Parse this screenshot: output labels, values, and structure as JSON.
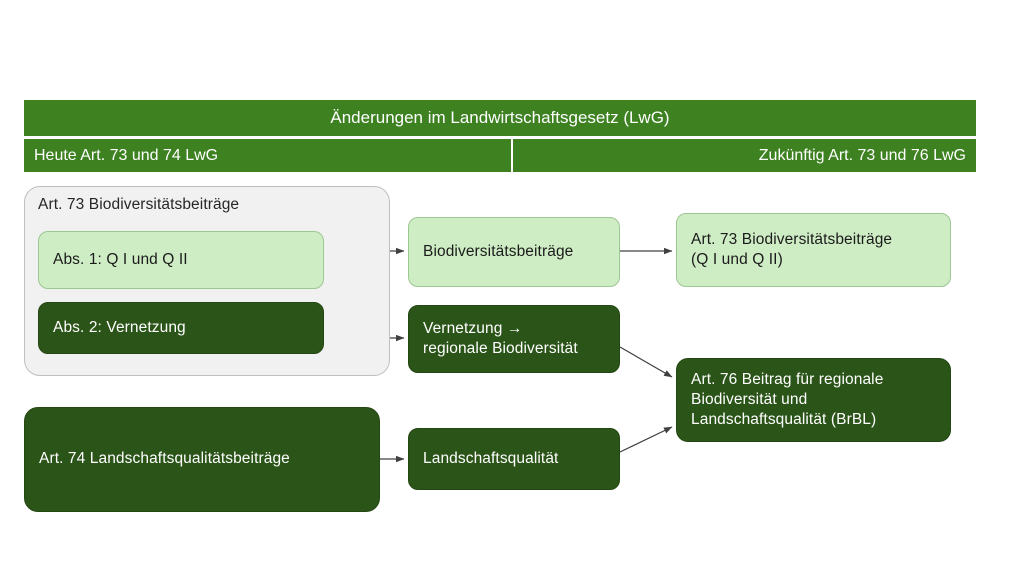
{
  "header": {
    "title": "Änderungen im Landwirtschaftsgesetz (LwG)",
    "left_column": "Heute Art. 73 und 74 LwG",
    "right_column": "Zukünftig Art. 73 und 76 LwG"
  },
  "group": {
    "label": "Art. 73 Biodiversitätsbeiträge"
  },
  "nodes": {
    "abs1": "Abs. 1: Q I und Q II",
    "abs2": "Abs. 2: Vernetzung",
    "art74": "Art. 74 Landschaftsqualitätsbeiträge",
    "biodiversitaetsbeitraege": "Biodiversitätsbeiträge",
    "vernetzung_line1": "Vernetzung →",
    "vernetzung_line2": "regionale Biodiversität",
    "landschaftsqualitaet": "Landschaftsqualität",
    "art73_right_line1": "Art. 73  Biodiversitätsbeiträge",
    "art73_right_line2": "(Q I und Q II)",
    "art76_right_line1": "Art. 76  Beitrag für regionale",
    "art76_right_line2": "Biodiversität und",
    "art76_right_line3": "Landschaftsqualität (BrBL)"
  },
  "colors": {
    "header_green": "#3D8121",
    "dark_green": "#2B5418",
    "light_green": "#CFEDC5",
    "group_gray": "#F1F1F1",
    "connector": "#404040"
  },
  "connectors": [
    {
      "name": "abs1-to-biodiversitaetsbeitraege",
      "from": "abs1",
      "to": "biodiversitaetsbeitraege"
    },
    {
      "name": "abs2-to-vernetzung",
      "from": "abs2",
      "to": "vernetzung"
    },
    {
      "name": "biodiversitaetsbeitraege-to-art73",
      "from": "biodiversitaetsbeitraege",
      "to": "art73_right"
    },
    {
      "name": "vernetzung-to-art76",
      "from": "vernetzung",
      "to": "art76_right"
    },
    {
      "name": "art74-to-landschaftsqualitaet",
      "from": "art74",
      "to": "landschaftsqualitaet"
    },
    {
      "name": "landschaftsqualitaet-to-art76",
      "from": "landschaftsqualitaet",
      "to": "art76_right"
    }
  ]
}
